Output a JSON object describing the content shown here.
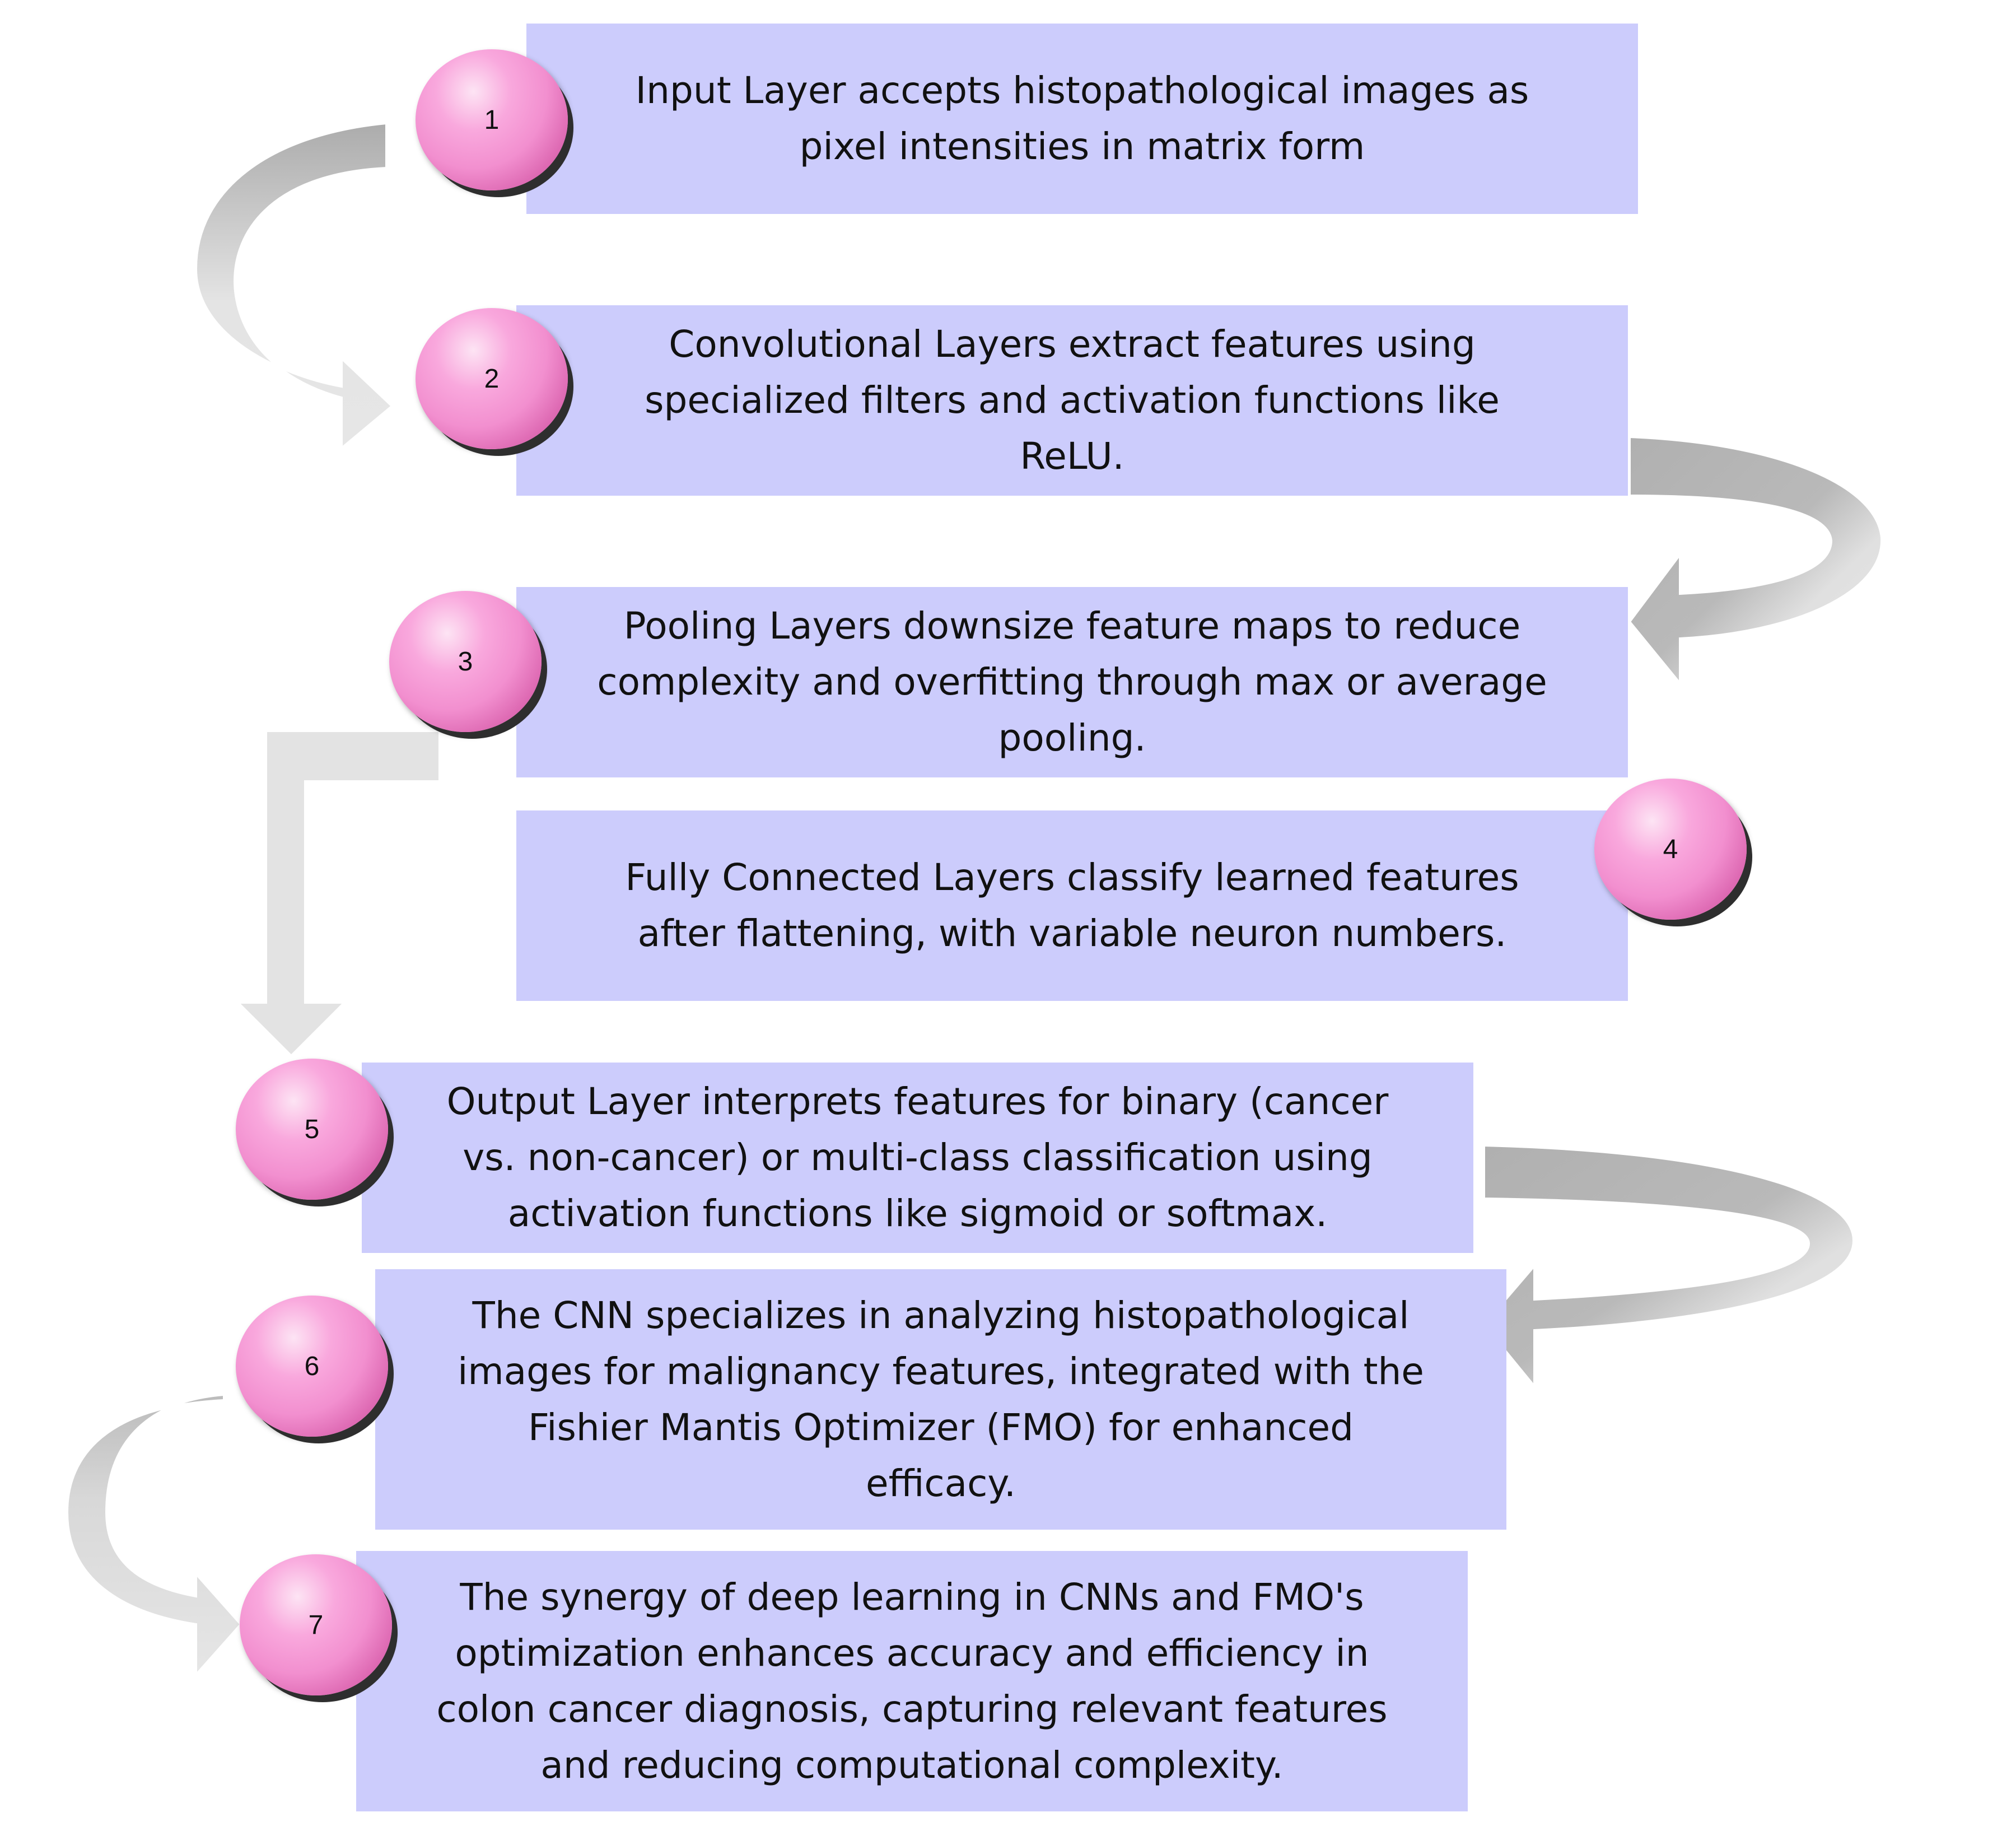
{
  "colors": {
    "box_fill": "#ccccfc",
    "badge_fill": "#f7a1da",
    "arrow_light": "#e3e3e3",
    "arrow_dark": "#b1b1b1"
  },
  "steps": [
    {
      "number": "1",
      "lines": [
        "Input Layer accepts histopathological images as",
        "pixel intensities in matrix form"
      ]
    },
    {
      "number": "2",
      "lines": [
        "Convolutional Layers extract features using",
        "specialized filters and activation functions like",
        "ReLU."
      ]
    },
    {
      "number": "3",
      "lines": [
        "Pooling Layers downsize feature maps to reduce",
        "complexity and overfitting through max or average",
        "pooling."
      ]
    },
    {
      "number": "4",
      "lines": [
        "Fully Connected Layers classify learned features",
        "after flattening, with variable neuron numbers."
      ]
    },
    {
      "number": "5",
      "lines": [
        "Output Layer interprets features for binary (cancer",
        "vs. non-cancer) or multi-class classification using",
        "activation functions like sigmoid or softmax."
      ]
    },
    {
      "number": "6",
      "lines": [
        "The CNN specializes in analyzing histopathological",
        "images for malignancy features, integrated with the",
        "Fishier Mantis Optimizer (FMO) for enhanced",
        "efficacy."
      ]
    },
    {
      "number": "7",
      "lines": [
        "The synergy of deep learning in CNNs and FMO's",
        "optimization enhances accuracy and efficiency in",
        "colon cancer diagnosis, capturing relevant features",
        "and reducing computational complexity."
      ]
    }
  ]
}
